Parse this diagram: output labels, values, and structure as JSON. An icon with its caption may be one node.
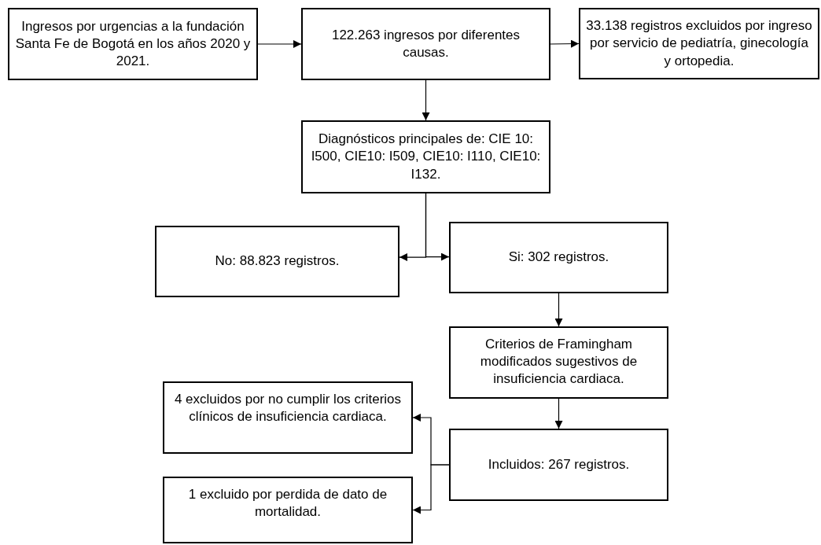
{
  "diagram": {
    "nodes": [
      {
        "text": [
          "Ingresos por urgencias a la fundación Santa Fe de Bogotá en los años 2020 y 2021."
        ]
      },
      {
        "text": [
          "122.263 ingresos por diferentes causas."
        ]
      },
      {
        "text": [
          "33.138 registros excluidos por ingreso por servicio de pediatría, ginecología y ortopedia."
        ]
      },
      {
        "text": [
          "Diagnósticos principales de: CIE 10: I500, CIE10: I509, CIE10: I110, CIE10: I132."
        ]
      },
      {
        "text": [
          "No: 88.823 registros."
        ]
      },
      {
        "text": [
          "Si: 302 registros."
        ]
      },
      {
        "text": [
          "Criterios de Framingham modificados sugestivos de insuficiencia cardiaca."
        ]
      },
      {
        "text": [
          "Incluidos: 267 registros."
        ]
      },
      {
        "text": [
          "4 excluidos por no cumplir los criterios clínicos de insuficiencia cardiaca."
        ]
      },
      {
        "text": [
          "1 excluido por perdida de dato de mortalidad."
        ]
      }
    ],
    "edges": [
      {
        "from": 0,
        "to": 1,
        "arrow": "to"
      },
      {
        "from": 1,
        "to": 2,
        "arrow": "to"
      },
      {
        "from": 1,
        "to": 3,
        "arrow": "to"
      },
      {
        "from": 3,
        "to": 4,
        "arrow": "to"
      },
      {
        "from": 3,
        "to": 5,
        "arrow": "to"
      },
      {
        "from": 5,
        "to": 6,
        "arrow": "to"
      },
      {
        "from": 6,
        "to": 7,
        "arrow": "to"
      },
      {
        "from": 7,
        "to": 8,
        "arrow": "to"
      },
      {
        "from": 7,
        "to": 9,
        "arrow": "to"
      }
    ]
  }
}
